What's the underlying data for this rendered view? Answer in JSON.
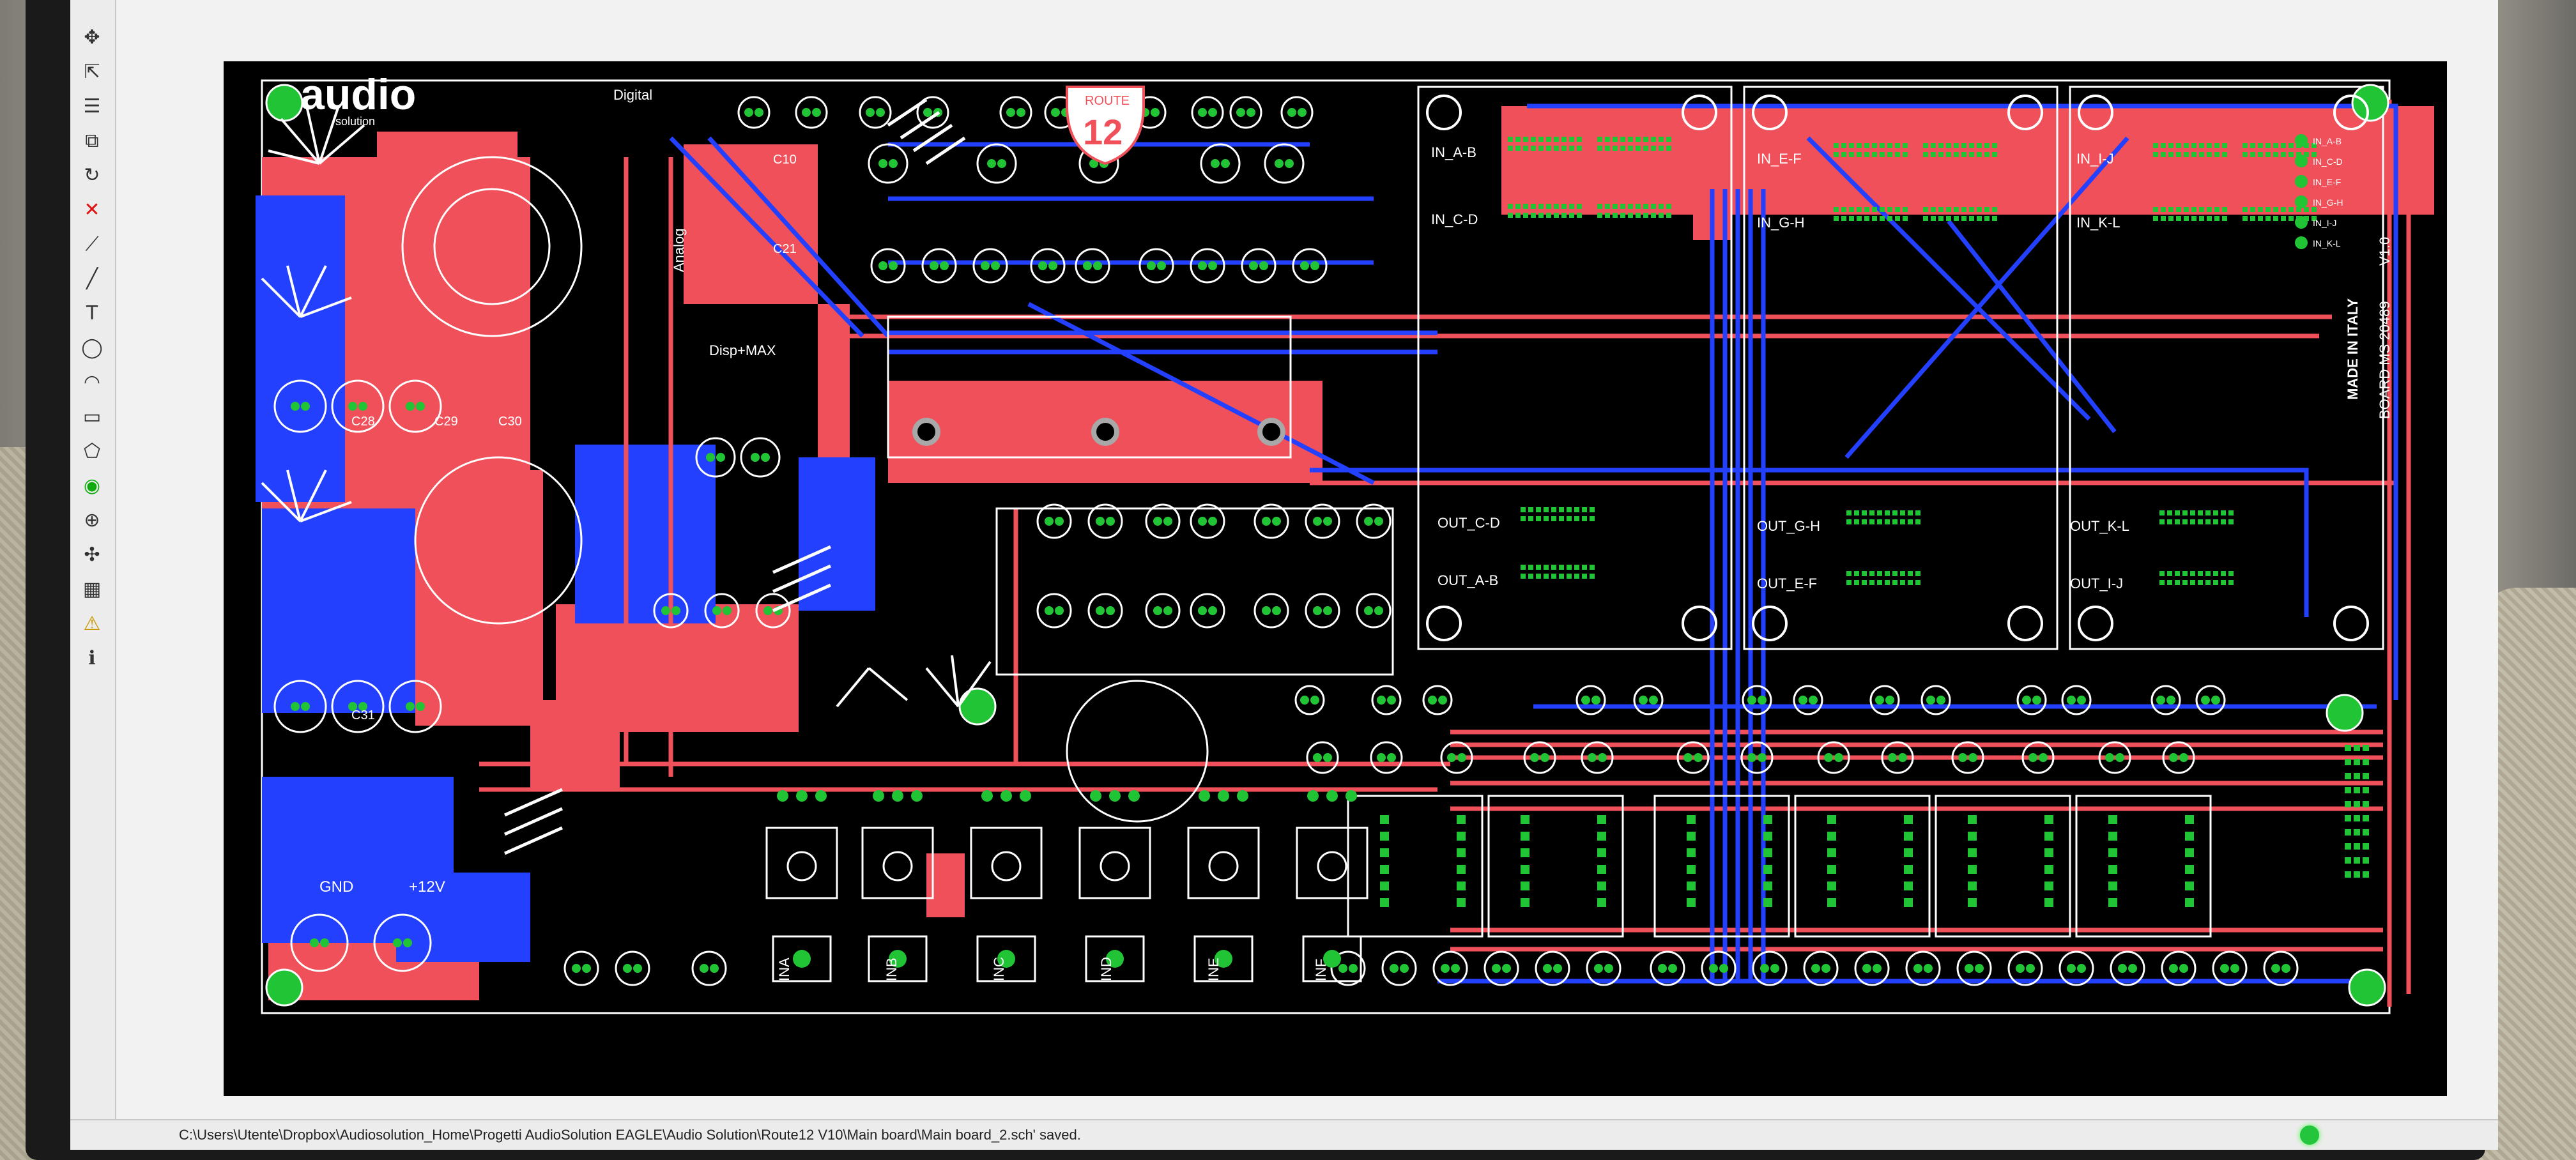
{
  "app": {
    "status_message": "C:\\Users\\Utente\\Dropbox\\Audiosolution_Home\\Progetti AudioSolution EAGLE\\Audio Solution\\Route12 V10\\Main board\\Main board_2.sch' saved."
  },
  "toolbar": {
    "tools": [
      {
        "icon": "move-icon",
        "glyph": "✥"
      },
      {
        "icon": "select-icon",
        "glyph": "⇱"
      },
      {
        "icon": "layers-icon",
        "glyph": "☰"
      },
      {
        "icon": "copy-icon",
        "glyph": "⧉"
      },
      {
        "icon": "rotate-icon",
        "glyph": "↻"
      },
      {
        "icon": "delete-icon",
        "glyph": "✕"
      },
      {
        "icon": "route-icon",
        "glyph": "⟋"
      },
      {
        "icon": "wire-icon",
        "glyph": "╱"
      },
      {
        "icon": "text-icon",
        "glyph": "T"
      },
      {
        "icon": "circle-icon",
        "glyph": "◯"
      },
      {
        "icon": "arc-icon",
        "glyph": "◠"
      },
      {
        "icon": "rectangle-icon",
        "glyph": "▭"
      },
      {
        "icon": "polygon-icon",
        "glyph": "⬠"
      },
      {
        "icon": "via-icon",
        "glyph": "◉"
      },
      {
        "icon": "hole-icon",
        "glyph": "⊕"
      },
      {
        "icon": "ratsnest-icon",
        "glyph": "✣"
      },
      {
        "icon": "drc-icon",
        "glyph": "▦"
      },
      {
        "icon": "errors-icon",
        "glyph": "⚠"
      },
      {
        "icon": "info-icon",
        "glyph": "ℹ"
      }
    ]
  },
  "board": {
    "brand_logo": "audio",
    "brand_sub": "solution",
    "route_badge_word": "ROUTE",
    "route_badge_number": "12",
    "made_in": "MADE IN ITALY",
    "board_code": "BOARD MS 20489",
    "version": "V1.0",
    "net_labels": {
      "digital": "Digital",
      "analog": "Analog",
      "disp_max": "Disp+MAX"
    },
    "power_labels": {
      "gnd": "GND",
      "v12": "+12V"
    },
    "inputs": [
      "IN_A-B",
      "IN_C-D",
      "IN_E-F",
      "IN_G-H",
      "IN_I-J",
      "IN_K-L"
    ],
    "outputs": [
      "OUT_C-D",
      "OUT_A-B",
      "OUT_G-H",
      "OUT_E-F",
      "OUT_K-L",
      "OUT_I-J"
    ],
    "channel_labels": [
      "INA",
      "INB",
      "INC",
      "IND",
      "INE",
      "INF"
    ],
    "caps": [
      "C10",
      "C21",
      "C28",
      "C29",
      "C30",
      "C31"
    ],
    "right_connector_labels": [
      "IN_A-B",
      "IN_C-D",
      "IN_E-F",
      "IN_G-H",
      "IN_I-J",
      "IN_K-L"
    ]
  },
  "colors": {
    "background": "#000000",
    "top_copper": "#f0505a",
    "bottom_copper": "#2440ff",
    "pads": "#21c434",
    "silkscreen": "#ffffff",
    "via_ring": "#a8a8a8"
  }
}
